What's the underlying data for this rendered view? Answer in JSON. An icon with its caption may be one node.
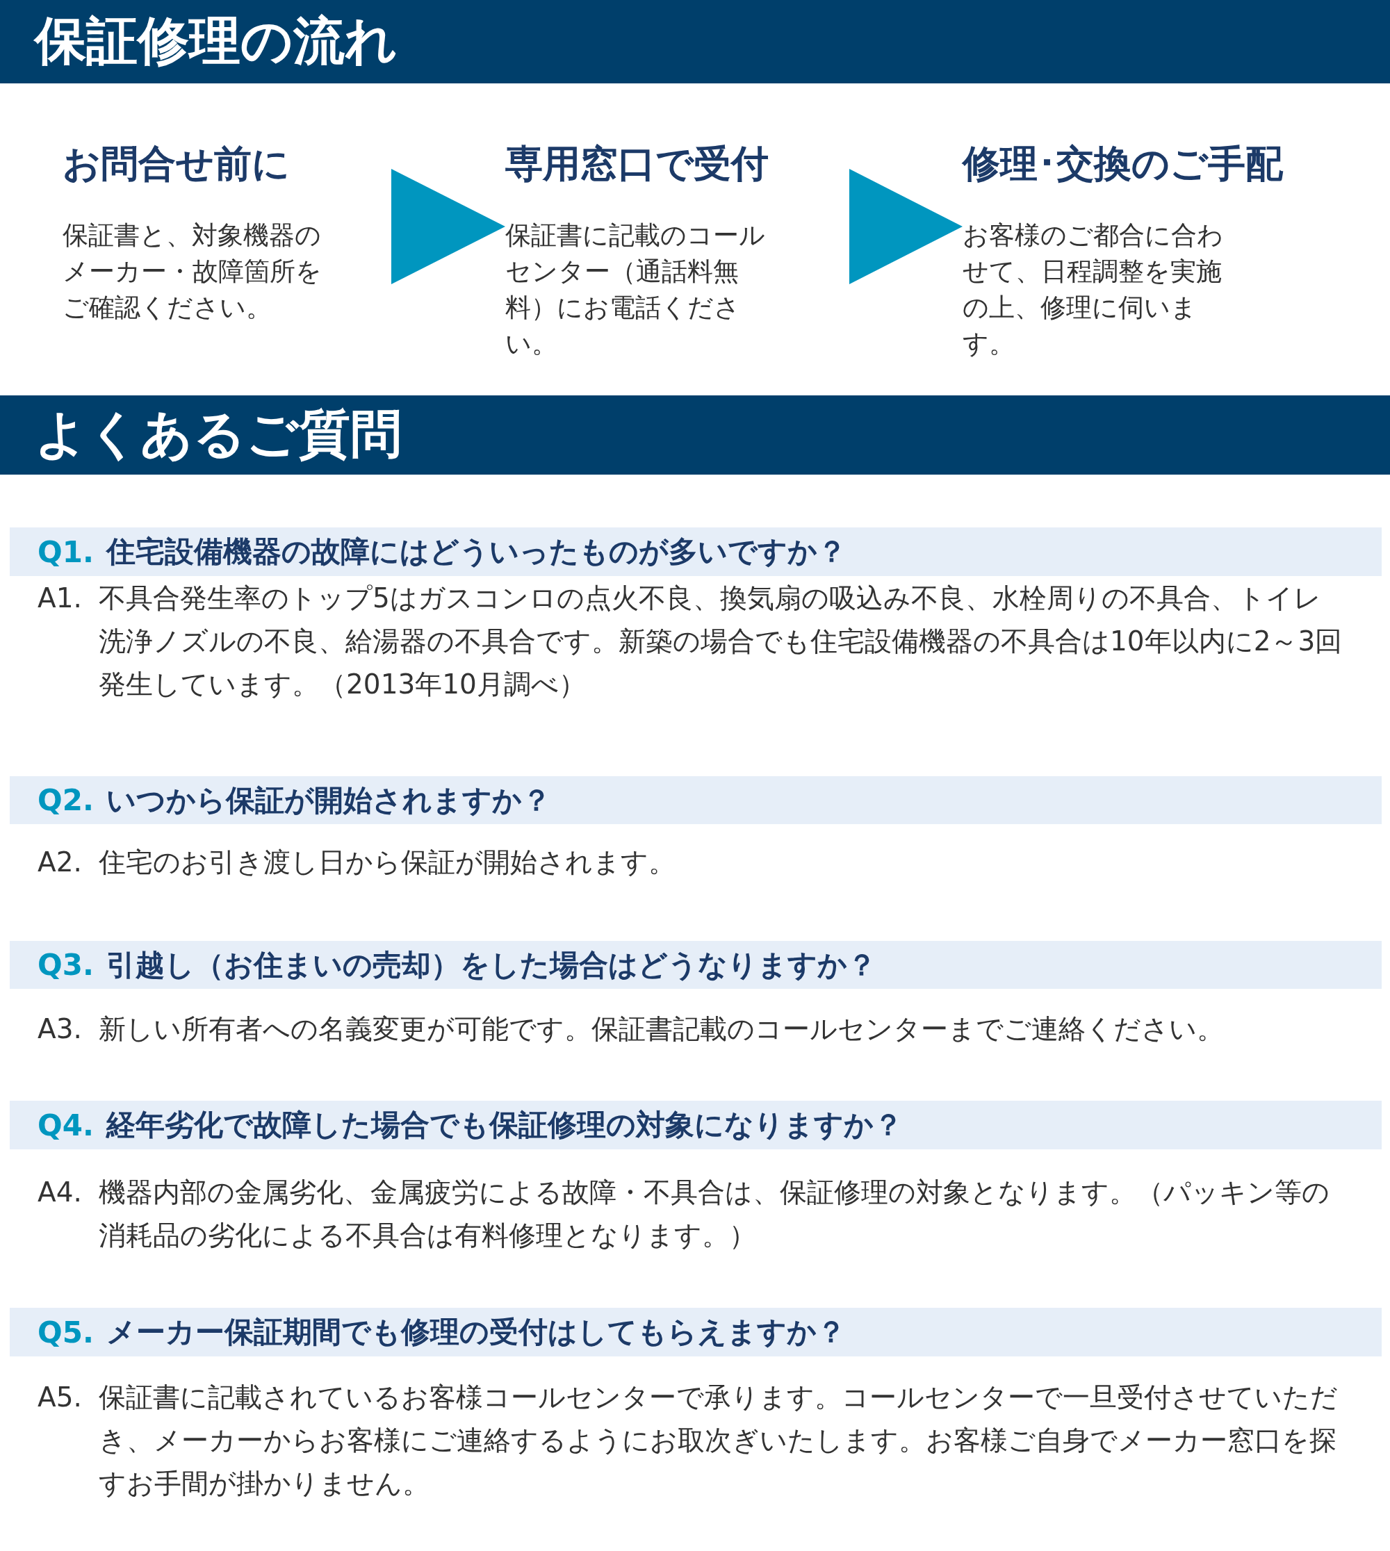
{
  "diagram": {
    "nodes": [
      {
        "text": [
          "保証修理の流れ"
        ]
      },
      {
        "text": [
          "お問合せ前に",
          "保証書と、対象機器のメーカー・故障箇所をご確認ください。"
        ]
      },
      {
        "text": [
          "専用窓口で受付",
          "保証書に記載のコールセンター（通話料無料）にお電話ください。"
        ]
      },
      {
        "text": [
          "修理･交換のご手配",
          "お客様のご都合に合わせて、日程調整を実施の上、修理に伺います。"
        ]
      },
      {
        "text": [
          "よくあるご質問"
        ]
      },
      {
        "text": [
          "Q1.",
          "住宅設備機器の故障にはどういったものが多いですか？"
        ],
        "beside": [
          "A1.",
          "不具合発生率のトップ5はガスコンロの点火不良、換気扇の吸込み不良、水栓周りの不具合、トイレ洗浄ノズルの不良、給湯器の不具合です。新築の場合でも住宅設備機器の不具合は10年以内に2～3回発生しています。（2013年10月調べ）"
        ]
      },
      {
        "text": [
          "Q2.",
          "いつから保証が開始されますか？"
        ],
        "beside": [
          "A2.",
          "住宅のお引き渡し日から保証が開始されます。"
        ]
      },
      {
        "text": [
          "Q3.",
          "引越し（お住まいの売却）をした場合はどうなりますか？"
        ],
        "beside": [
          "A3.",
          "新しい所有者への名義変更が可能です。保証書記載のコールセンターまでご連絡ください。"
        ]
      },
      {
        "text": [
          "Q4.",
          "経年劣化で故障した場合でも保証修理の対象になりますか？"
        ],
        "beside": [
          "A4.",
          "機器内部の金属劣化、金属疲労による故障・不具合は、保証修理の対象となります。（パッキン等の消耗品の劣化による不具合は有料修理となります。）"
        ]
      },
      {
        "text": [
          "Q5.",
          "メーカー保証期間でも修理の受付はしてもらえますか？"
        ],
        "beside": [
          "A5.",
          "保証書に記載されているお客様コールセンターで承ります。コールセンターで一旦受付させていただき、メーカーからお客様にご連絡するようにお取次ぎいたします。お客様ご自身でメーカー窓口を探すお手間が掛かりません。"
        ]
      }
    ],
    "edges": [
      {
        "from": 1,
        "to": 2,
        "arrow": "to"
      },
      {
        "from": 2,
        "to": 3,
        "arrow": "to"
      }
    ]
  }
}
